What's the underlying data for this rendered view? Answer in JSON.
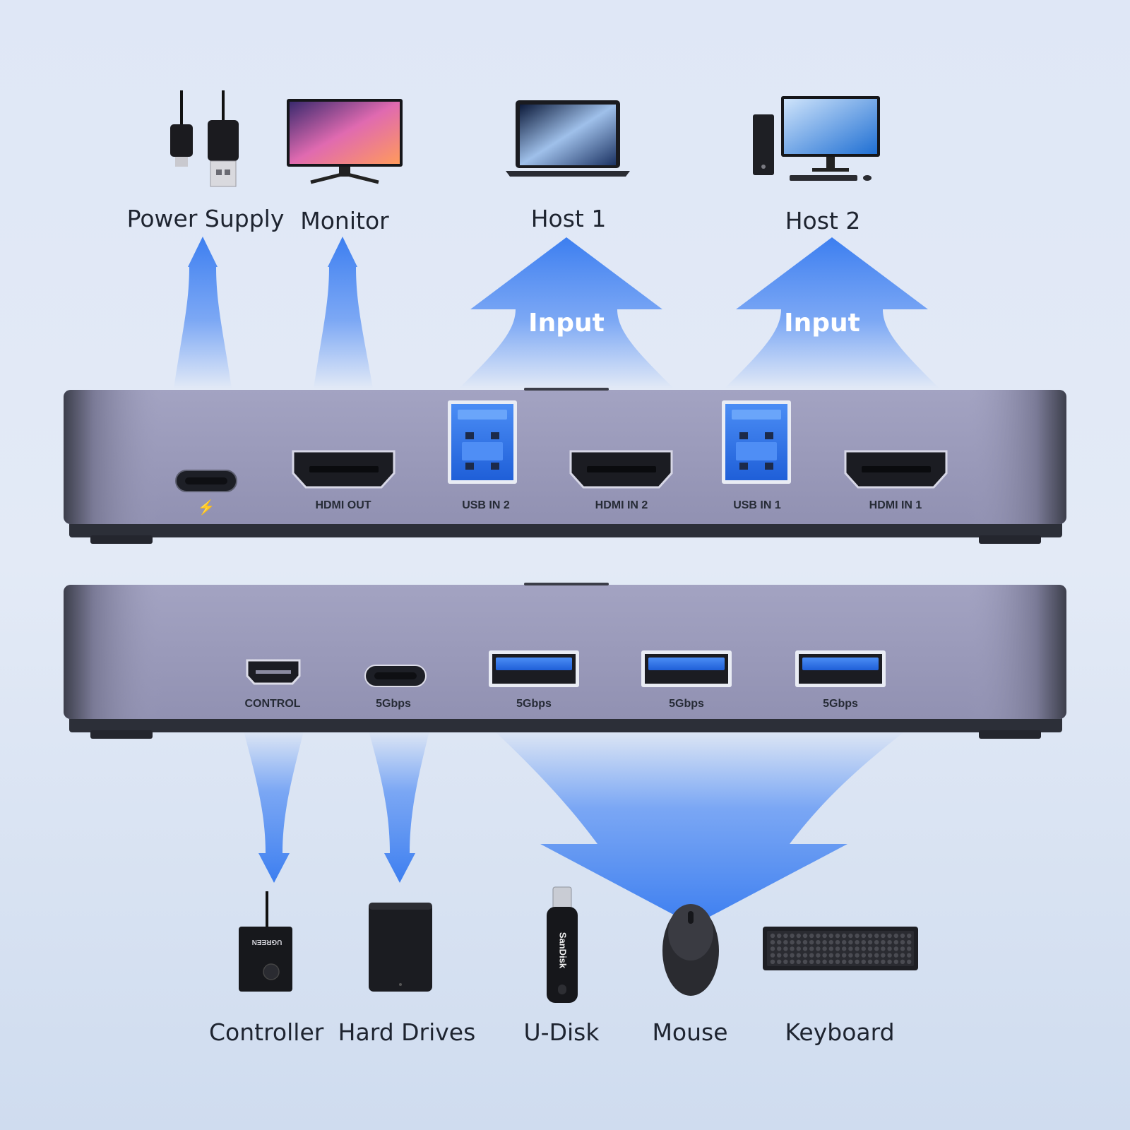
{
  "top_devices": {
    "power_supply": "Power Supply",
    "monitor": "Monitor",
    "host1": "Host 1",
    "host2": "Host 2"
  },
  "arrows": {
    "input_left": "Input",
    "input_right": "Input"
  },
  "rear_panel": {
    "power_symbol": "⚡",
    "hdmi_out": "HDMI OUT",
    "usb_in_2": "USB IN 2",
    "hdmi_in_2": "HDMI IN 2",
    "usb_in_1": "USB IN 1",
    "hdmi_in_1": "HDMI IN 1"
  },
  "front_panel": {
    "control": "CONTROL",
    "usbc": "5Gbps",
    "usba1": "5Gbps",
    "usba2": "5Gbps",
    "usba3": "5Gbps"
  },
  "bottom_devices": {
    "controller": "Controller",
    "hard_drives": "Hard Drives",
    "u_disk": "U-Disk",
    "mouse": "Mouse",
    "keyboard": "Keyboard"
  },
  "device_branding": {
    "usb_brand": "SanDisk",
    "controller_brand": "UGREEN"
  },
  "colors": {
    "arrow_blue": "#3d7ff0",
    "panel": "#8f8fb0",
    "usb_port_blue": "#2f6fe6"
  }
}
